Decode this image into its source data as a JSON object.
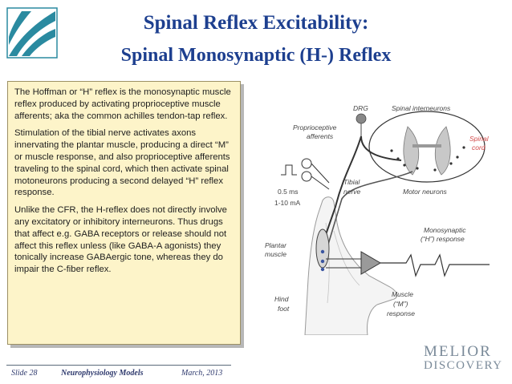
{
  "colors": {
    "title": "#1d3f8f",
    "textbox_bg": "#fdf4c9",
    "spinal_cord_label": "#d24a4a"
  },
  "title": {
    "line1": "Spinal Reflex Excitability:",
    "line2": "Spinal Monosynaptic (H-) Reflex"
  },
  "textbox": {
    "paragraphs": [
      "The Hoffman or “H” reflex is the monosynaptic muscle reflex produced by activating proprioceptive muscle afferents; aka the common achilles tendon-tap reflex.",
      "Stimulation of the tibial nerve activates axons innervating the plantar muscle, producing a direct “M” or muscle response, and also proprioceptive afferents traveling to the spinal cord, which then activate spinal motoneurons producing a second delayed “H” reflex response.",
      "Unlike the CFR, the H-reflex does not directly involve any excitatory or inhibitory interneurons.  Thus drugs that affect e.g. GABA receptors or release should not affect this reflex unless (like GABA-A agonists) they tonically increase GABAergic tone, whereas they do impair the C-fiber reflex."
    ]
  },
  "diagram": {
    "labels": {
      "drg": "DRG",
      "spinal_interneurons": "Spinal interneurons",
      "proprioceptive_1": "Proprioceptive",
      "proprioceptive_2": "afferents",
      "spinal_1": "Spinal",
      "spinal_2": "cord",
      "tibial_1": "Tibial",
      "tibial_2": "nerve",
      "motor_neurons": "Motor neurons",
      "pulse_width": "0.5 ms",
      "current": "1-10 mA",
      "monosynaptic_1": "Monosynaptic",
      "monosynaptic_2": "(“H”) response",
      "plantar_1": "Plantar",
      "plantar_2": "muscle",
      "hind_1": "Hind",
      "hind_2": "foot",
      "muscle_1": "Muscle",
      "muscle_2": "(“M”)",
      "muscle_3": "response"
    }
  },
  "footer": {
    "slide": "Slide 28",
    "subject": "Neurophysiology Models",
    "date": "March, 2013"
  },
  "brand": {
    "line1": "MELIOR",
    "line2": "DISCOVERY"
  }
}
